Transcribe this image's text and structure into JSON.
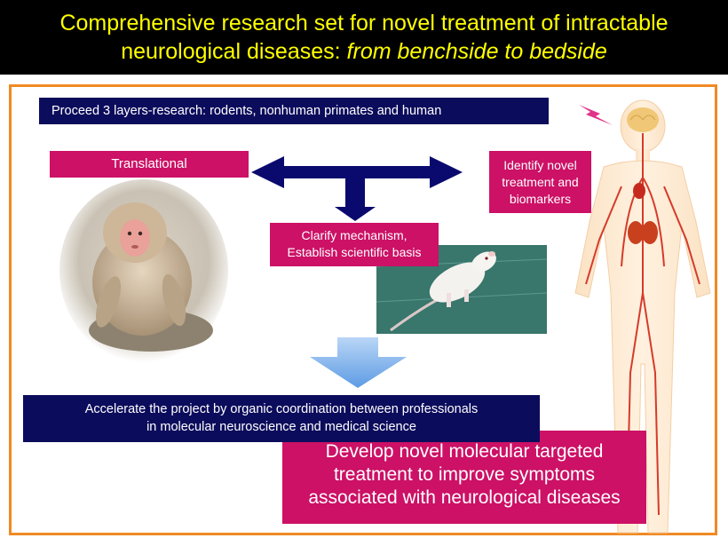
{
  "title": {
    "line1": "Comprehensive research set for novel treatment of intractable",
    "line2_plain": "neurological diseases:",
    "line2_italic": "from benchside to bedside"
  },
  "layers_box": "Proceed 3 layers-research: rodents, nonhuman primates and human",
  "translational_box": "Translational",
  "identify_box": {
    "l1": "Identify novel",
    "l2": "treatment and",
    "l3": "biomarkers"
  },
  "clarify_box": {
    "l1": "Clarify mechanism,",
    "l2": "Establish scientific basis"
  },
  "accelerate_box": {
    "l1": "Accelerate the project by organic coordination between professionals",
    "l2": "in molecular neuroscience and medical science"
  },
  "develop_box": {
    "l1": "Develop novel molecular targeted",
    "l2": "treatment to improve symptoms",
    "l3": "associated with neurological diseases"
  },
  "colors": {
    "title_bg": "#000000",
    "title_text": "#ffff00",
    "frame": "#f08a24",
    "navy": "#0c0c5c",
    "magenta": "#cc1166",
    "arrow_navy": "#0a0a6e",
    "down_arrow": "#7fb3ec"
  },
  "images": [
    "macaque-photo",
    "rat-photo",
    "human-body-illustration",
    "lightning-icon",
    "brain-icon"
  ]
}
